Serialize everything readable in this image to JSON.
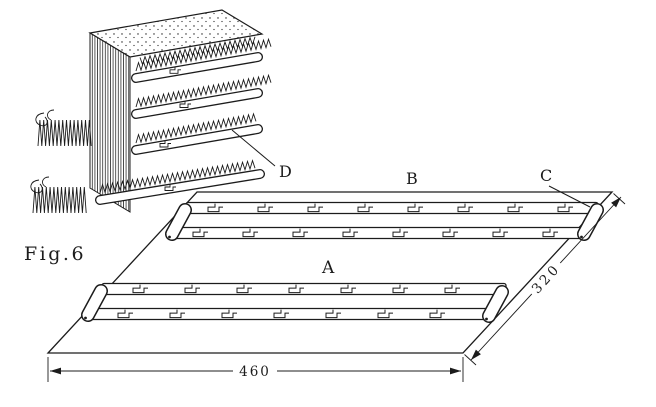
{
  "figure": {
    "caption": "Fig.6",
    "label_a": "A",
    "label_b": "B",
    "label_c": "C",
    "label_d": "D",
    "dim_width": "460",
    "dim_depth": "320"
  },
  "colors": {
    "ink": "#1c1c1c",
    "paper": "#ffffff"
  }
}
